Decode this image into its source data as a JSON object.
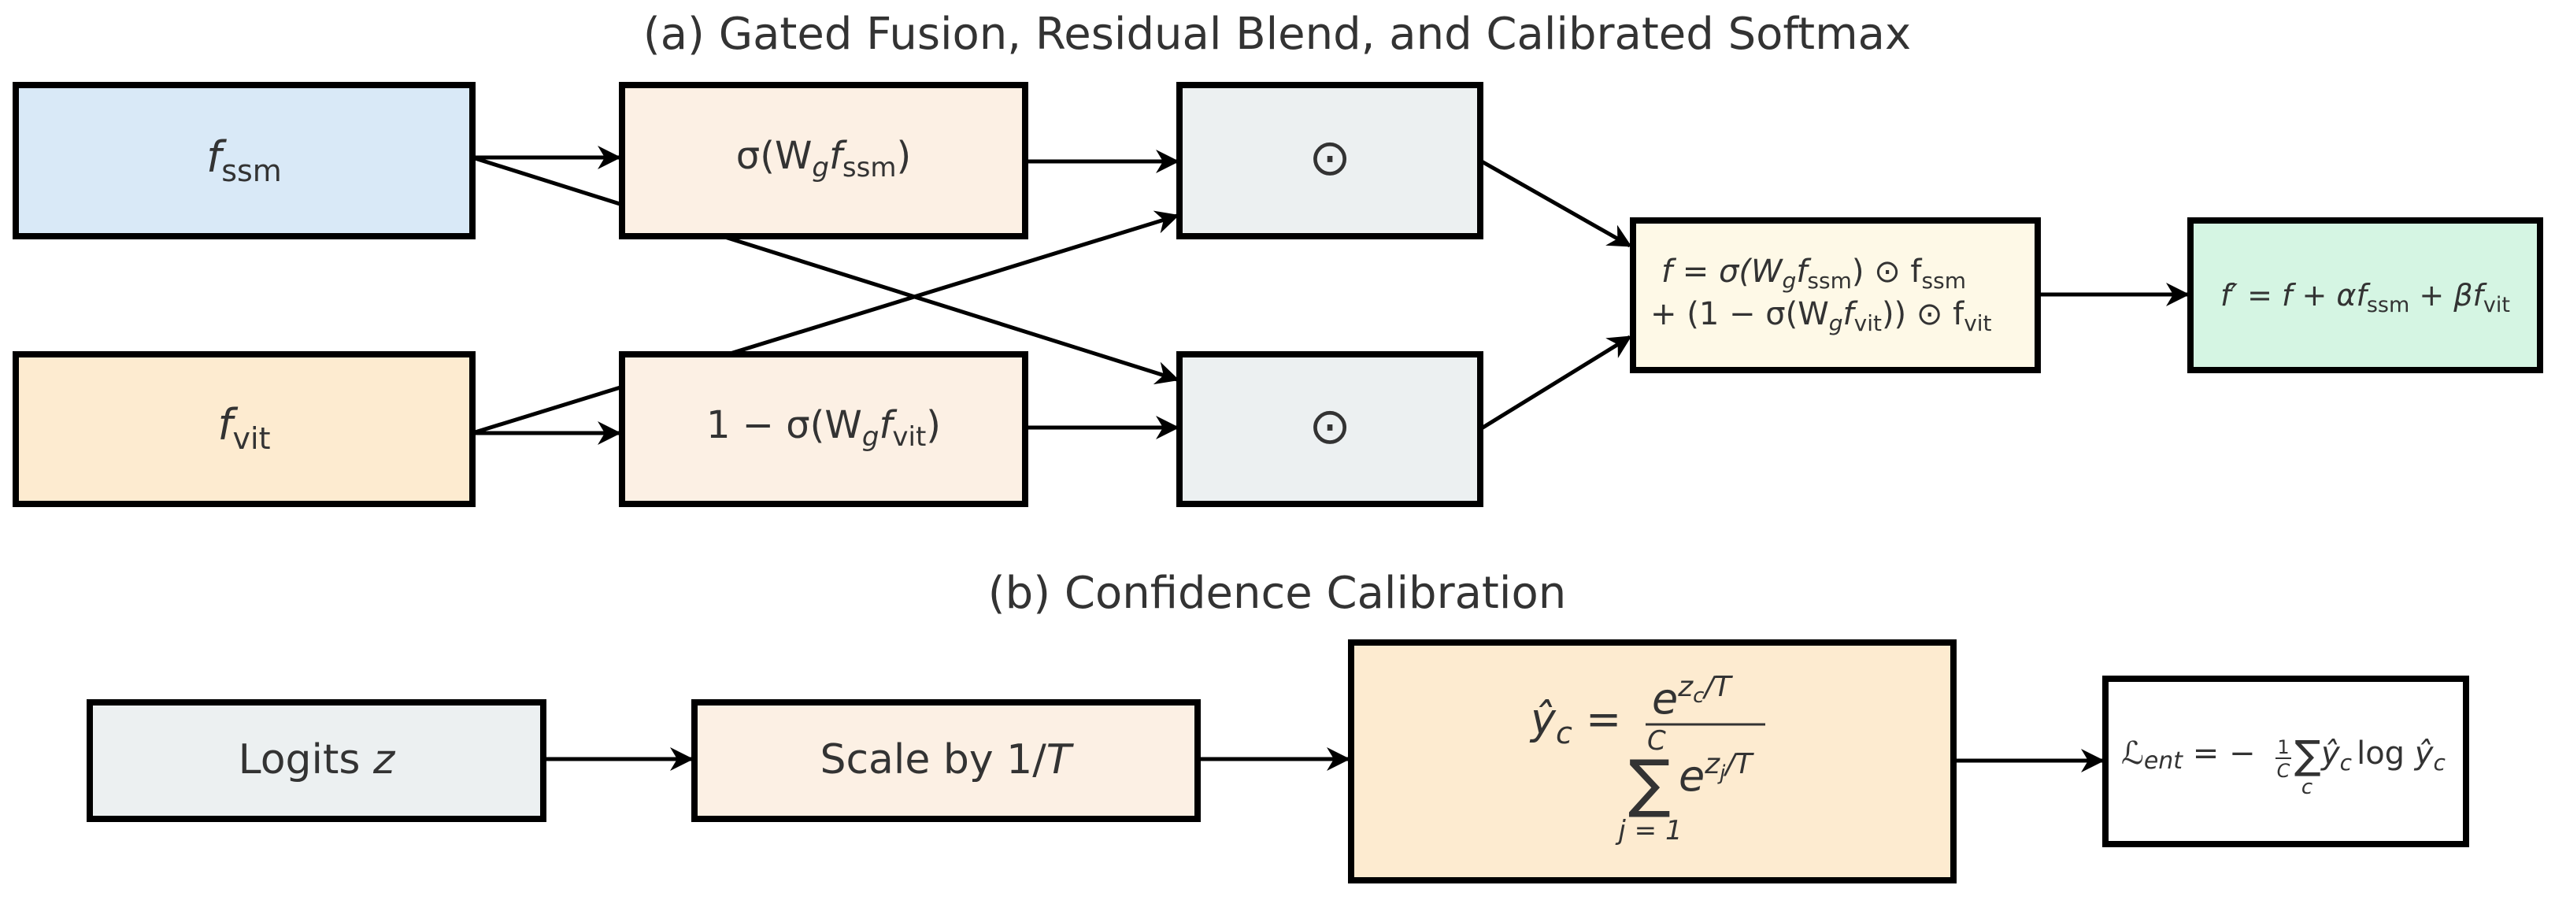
{
  "panel_a": {
    "title": "(a) Gated Fusion, Residual Blend, and Calibrated Softmax",
    "nodes": {
      "f_ssm": {
        "label": "f",
        "sub": "ssm",
        "fill": "#d9e9f7"
      },
      "f_vit": {
        "label": "f",
        "sub": "vit",
        "fill": "#fdebd0"
      },
      "gate_ssm": {
        "pre": "σ(W",
        "g": "g",
        "f": "f",
        "sub": "ssm",
        "post": ")",
        "fill": "#fcf0e4"
      },
      "gate_vit": {
        "pre": "1 − σ(W",
        "g": "g",
        "f": "f",
        "sub": "vit",
        "post": ")",
        "fill": "#fcf0e4"
      },
      "mult_top": {
        "label": "⊙",
        "fill": "#ecf0f1"
      },
      "mult_bottom": {
        "label": "⊙",
        "fill": "#ecf0f1"
      },
      "fusion": {
        "line1": "f = σ(W",
        "line1_g": "g",
        "line1_f": "f",
        "line1_sub": "ssm",
        "line1_post": ") ⊙ f",
        "line1_sub2": "ssm",
        "line2": "+  (1 − σ(W",
        "line2_g": "g",
        "line2_f": "f",
        "line2_sub": "vit",
        "line2_post": ")) ⊙ f",
        "line2_sub2": "vit",
        "fill": "#fef9e7"
      },
      "residual": {
        "a": "f′ = f + αf",
        "a_sub": "ssm",
        "b": " + βf",
        "b_sub": "vit",
        "fill": "#d5f5e3"
      }
    }
  },
  "panel_b": {
    "title": "(b) Confidence Calibration",
    "nodes": {
      "logits": {
        "label": "Logits ",
        "var": "z",
        "fill": "#ecf0f1"
      },
      "scale": {
        "label": "Scale by 1/",
        "var": "T",
        "fill": "#fcf0e4"
      },
      "softmax": {
        "lhs": "ŷ",
        "lhs_sub": "c",
        "eq": " = ",
        "num": "e",
        "num_exp": "z",
        "num_exp_sub": "c",
        "num_exp_post": "/T",
        "den_top": "C",
        "den_sum": "∑",
        "den_e": "e",
        "den_exp": "z",
        "den_exp_sub": "j",
        "den_exp_post": "/T",
        "den_bottom": "j = 1",
        "fill": "#fdebd0"
      },
      "loss": {
        "L": "ℒ",
        "L_sub": "ent",
        "eq": " = −",
        "frac_num": "1",
        "frac_den": "C",
        "sum": "∑",
        "sum_sub": "c",
        "y": "ŷ",
        "y_sub": "c",
        "log": "log ",
        "y2": "ŷ",
        "y2_sub": "c",
        "fill": "#ffffff"
      }
    }
  }
}
